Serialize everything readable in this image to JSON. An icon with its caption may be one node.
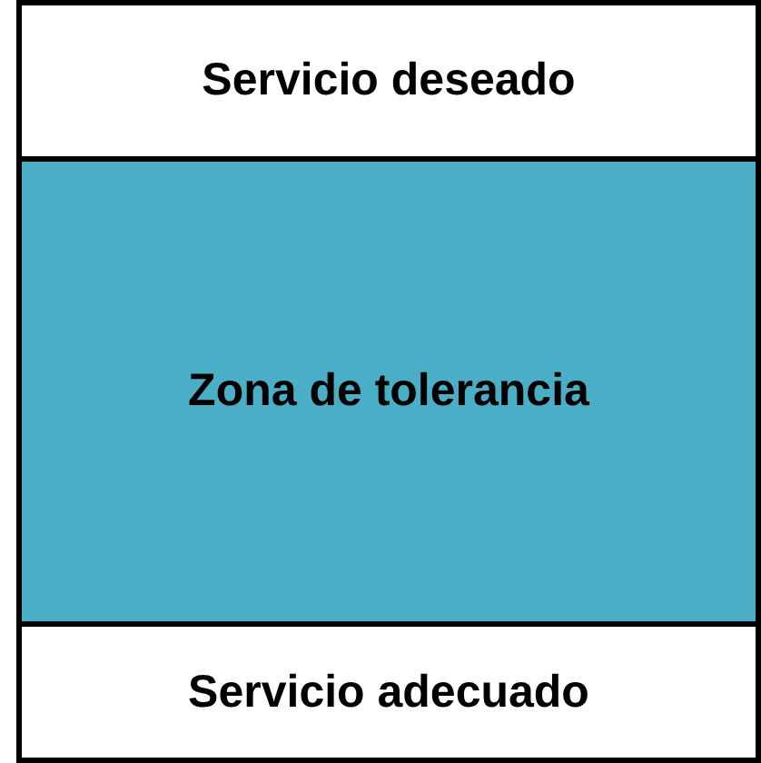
{
  "diagram": {
    "nodes": [
      {
        "text": [
          "Servicio deseado"
        ]
      },
      {
        "text": [
          "Zona de tolerancia"
        ]
      },
      {
        "text": [
          "Servicio adecuado"
        ]
      }
    ]
  }
}
